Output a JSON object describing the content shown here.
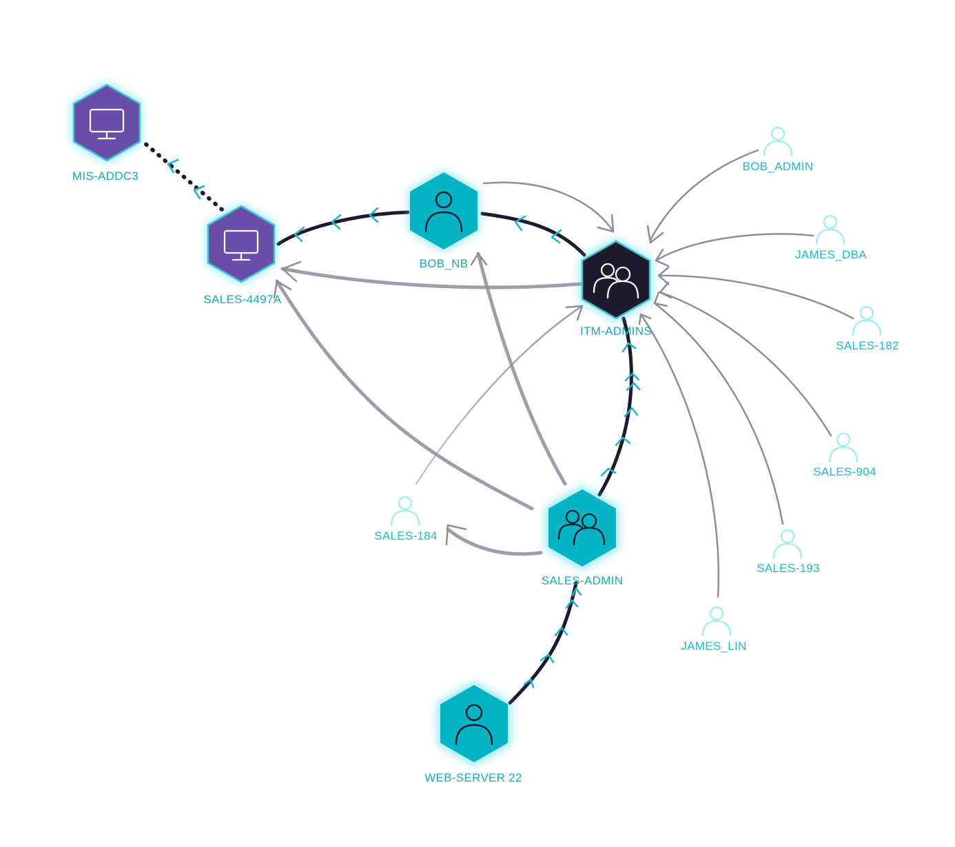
{
  "colors": {
    "teal": "#04b4c4",
    "purple": "#6a4fa8",
    "dark": "#1d1a2e",
    "label": "#18aab8",
    "faint_icon": "#a9ecf2",
    "edge_gray": "#8e8b9c",
    "edge_dark": "#1e1b30"
  },
  "nodes": {
    "mis_addc3": {
      "label": "MIS-ADDC3",
      "kind": "computer",
      "icon": "monitor-icon"
    },
    "sales_4497a": {
      "label": "SALES-4497A",
      "kind": "computer",
      "icon": "monitor-icon"
    },
    "bob_nb": {
      "label": "BOB_NB",
      "kind": "user",
      "icon": "user-icon"
    },
    "itm_admins": {
      "label": "ITM-ADMINS",
      "kind": "group",
      "icon": "users-icon",
      "selected": true
    },
    "sales_admin": {
      "label": "SALES-ADMIN",
      "kind": "group",
      "icon": "users-icon"
    },
    "web_server_22": {
      "label": "WEB-SERVER 22",
      "kind": "user",
      "icon": "user-icon"
    },
    "bob_admin": {
      "label": "BOB_ADMIN",
      "kind": "user",
      "icon": "user-icon",
      "faint": true
    },
    "james_dba": {
      "label": "JAMES_DBA",
      "kind": "user",
      "icon": "user-icon",
      "faint": true
    },
    "sales_182": {
      "label": "SALES-182",
      "kind": "user",
      "icon": "user-icon",
      "faint": true
    },
    "sales_904": {
      "label": "SALES-904",
      "kind": "user",
      "icon": "user-icon",
      "faint": true
    },
    "sales_193": {
      "label": "SALES-193",
      "kind": "user",
      "icon": "user-icon",
      "faint": true
    },
    "james_lin": {
      "label": "JAMES_LIN",
      "kind": "user",
      "icon": "user-icon",
      "faint": true
    },
    "sales_184": {
      "label": "SALES-184",
      "kind": "user",
      "icon": "user-icon",
      "faint": true
    }
  },
  "edges": [
    {
      "from": "web_server_22",
      "to": "sales_admin",
      "style": "path"
    },
    {
      "from": "sales_admin",
      "to": "itm_admins",
      "style": "path"
    },
    {
      "from": "itm_admins",
      "to": "bob_nb",
      "style": "path"
    },
    {
      "from": "bob_nb",
      "to": "sales_4497a",
      "style": "path"
    },
    {
      "from": "sales_4497a",
      "to": "mis_addc3",
      "style": "dotted"
    },
    {
      "from": "bob_nb",
      "to": "itm_admins",
      "style": "gray"
    },
    {
      "from": "itm_admins",
      "to": "sales_4497a",
      "style": "gray"
    },
    {
      "from": "sales_admin",
      "to": "sales_4497a",
      "style": "gray"
    },
    {
      "from": "sales_admin",
      "to": "bob_nb",
      "style": "gray"
    },
    {
      "from": "sales_admin",
      "to": "sales_184",
      "style": "gray"
    },
    {
      "from": "sales_184",
      "to": "itm_admins",
      "style": "gray"
    },
    {
      "from": "bob_admin",
      "to": "itm_admins",
      "style": "gray"
    },
    {
      "from": "james_dba",
      "to": "itm_admins",
      "style": "gray"
    },
    {
      "from": "sales_182",
      "to": "itm_admins",
      "style": "gray"
    },
    {
      "from": "sales_904",
      "to": "itm_admins",
      "style": "gray"
    },
    {
      "from": "sales_193",
      "to": "itm_admins",
      "style": "gray"
    },
    {
      "from": "james_lin",
      "to": "itm_admins",
      "style": "gray"
    }
  ]
}
